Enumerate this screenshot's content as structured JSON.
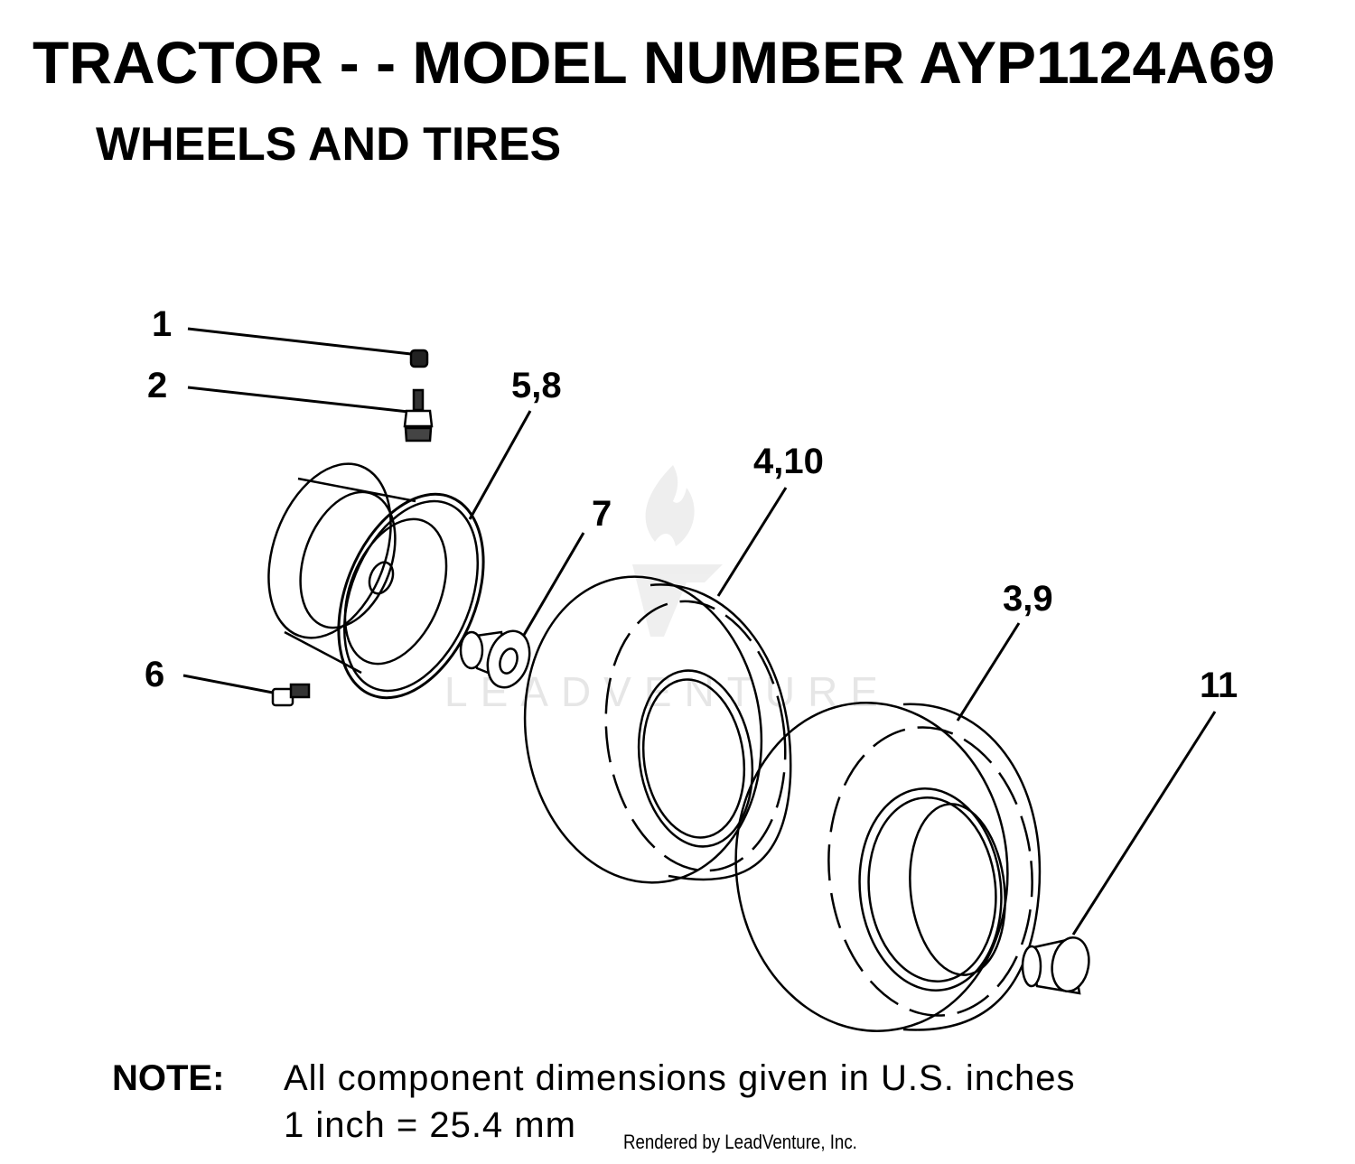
{
  "header": {
    "title": "TRACTOR - - MODEL NUMBER AYP1124A69",
    "subtitle": "WHEELS AND TIRES"
  },
  "callouts": {
    "c1": "1",
    "c2": "2",
    "c58": "5,8",
    "c7": "7",
    "c410": "4,10",
    "c39": "3,9",
    "c6": "6",
    "c11": "11"
  },
  "watermark": {
    "text": "LEADVENTURE"
  },
  "note": {
    "label": "NOTE:",
    "line1": "All component dimensions given in U.S. inches",
    "line2": "1 inch = 25.4 mm"
  },
  "footer": {
    "rendered_by": "Rendered by LeadVenture, Inc."
  }
}
